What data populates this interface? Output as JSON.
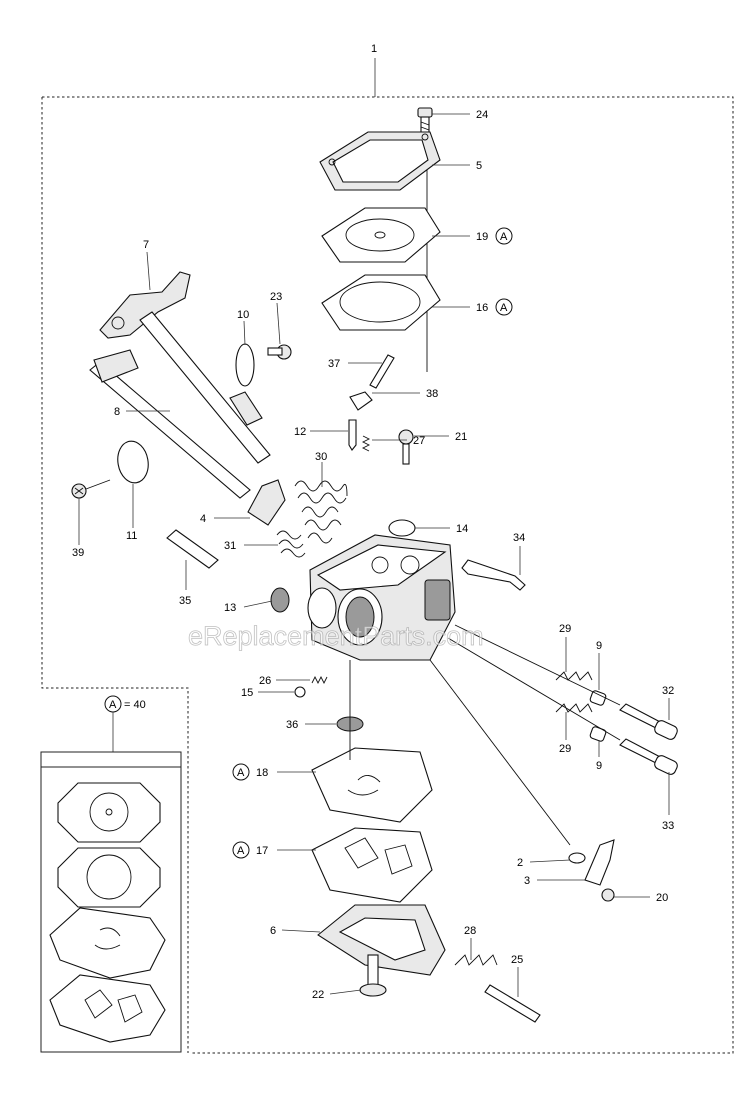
{
  "assembly_number": "1",
  "kit_label": {
    "symbol": "A",
    "equals": "= 40"
  },
  "watermark": "eReplacementParts.com",
  "callouts": [
    {
      "id": "24",
      "text": "24"
    },
    {
      "id": "5",
      "text": "5"
    },
    {
      "id": "19",
      "text": "19",
      "kit": "A"
    },
    {
      "id": "16",
      "text": "16",
      "kit": "A"
    },
    {
      "id": "7",
      "text": "7"
    },
    {
      "id": "23",
      "text": "23"
    },
    {
      "id": "10",
      "text": "10"
    },
    {
      "id": "37",
      "text": "37"
    },
    {
      "id": "38",
      "text": "38"
    },
    {
      "id": "8",
      "text": "8"
    },
    {
      "id": "12",
      "text": "12"
    },
    {
      "id": "27",
      "text": "27"
    },
    {
      "id": "30",
      "text": "30"
    },
    {
      "id": "21",
      "text": "21"
    },
    {
      "id": "39",
      "text": "39"
    },
    {
      "id": "11",
      "text": "11"
    },
    {
      "id": "4",
      "text": "4"
    },
    {
      "id": "14",
      "text": "14"
    },
    {
      "id": "34",
      "text": "34"
    },
    {
      "id": "31",
      "text": "31"
    },
    {
      "id": "35",
      "text": "35"
    },
    {
      "id": "13",
      "text": "13"
    },
    {
      "id": "29a",
      "text": "29"
    },
    {
      "id": "9a",
      "text": "9"
    },
    {
      "id": "26",
      "text": "26"
    },
    {
      "id": "15",
      "text": "15"
    },
    {
      "id": "32",
      "text": "32"
    },
    {
      "id": "36",
      "text": "36"
    },
    {
      "id": "29b",
      "text": "29"
    },
    {
      "id": "9b",
      "text": "9"
    },
    {
      "id": "18",
      "text": "18",
      "kit": "A"
    },
    {
      "id": "33",
      "text": "33"
    },
    {
      "id": "17",
      "text": "17",
      "kit": "A"
    },
    {
      "id": "2",
      "text": "2"
    },
    {
      "id": "3",
      "text": "3"
    },
    {
      "id": "20",
      "text": "20"
    },
    {
      "id": "6",
      "text": "6"
    },
    {
      "id": "28",
      "text": "28"
    },
    {
      "id": "25",
      "text": "25"
    },
    {
      "id": "22",
      "text": "22"
    }
  ]
}
